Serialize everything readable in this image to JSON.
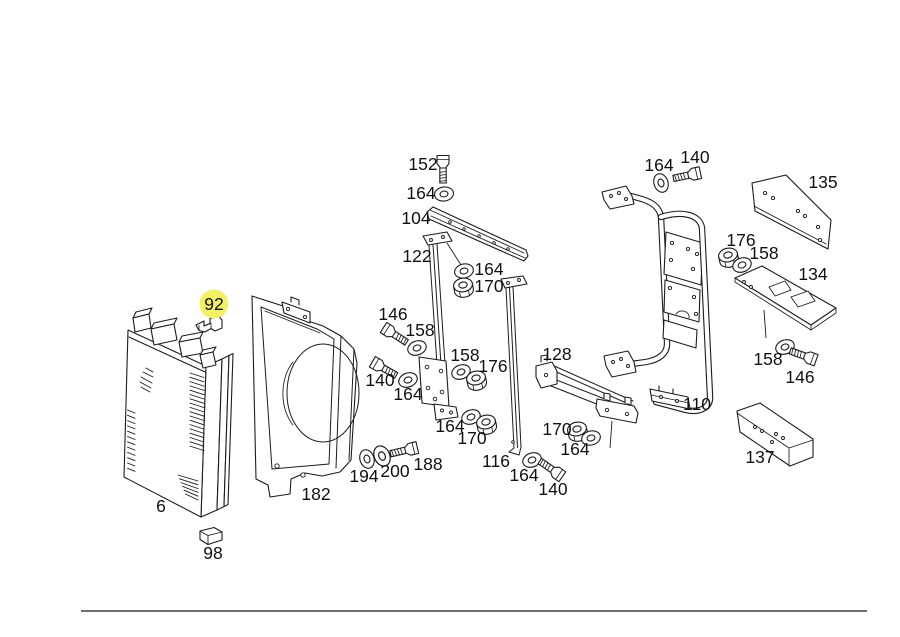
{
  "diagram": {
    "kind": "exploded-parts-diagram",
    "description": "Radiator, fan shroud and mounting frame exploded view",
    "highlighted_part": "92",
    "colors": {
      "background": "#ffffff",
      "line": "#1c1c1c",
      "label": "#111111",
      "highlight_fill": "#f2f165",
      "highlight_label": "#7c7c52",
      "divider": "#3f3f3f"
    },
    "callouts": [
      {
        "part": "152"
      },
      {
        "part": "164"
      },
      {
        "part": "104"
      },
      {
        "part": "122"
      },
      {
        "part": "146"
      },
      {
        "part": "158"
      },
      {
        "part": "140"
      },
      {
        "part": "164"
      },
      {
        "part": "164"
      },
      {
        "part": "170"
      },
      {
        "part": "158"
      },
      {
        "part": "176"
      },
      {
        "part": "164"
      },
      {
        "part": "170"
      },
      {
        "part": "116"
      },
      {
        "part": "164"
      },
      {
        "part": "140"
      },
      {
        "part": "128"
      },
      {
        "part": "170"
      },
      {
        "part": "164"
      },
      {
        "part": "164"
      },
      {
        "part": "140"
      },
      {
        "part": "135"
      },
      {
        "part": "176"
      },
      {
        "part": "158"
      },
      {
        "part": "134"
      },
      {
        "part": "158"
      },
      {
        "part": "146"
      },
      {
        "part": "110"
      },
      {
        "part": "137"
      },
      {
        "part": "92"
      },
      {
        "part": "6"
      },
      {
        "part": "98"
      },
      {
        "part": "182"
      },
      {
        "part": "194"
      },
      {
        "part": "200"
      },
      {
        "part": "188"
      }
    ]
  }
}
